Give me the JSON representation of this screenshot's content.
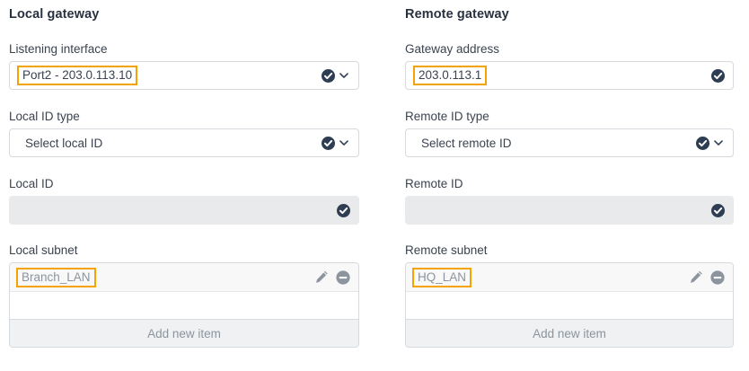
{
  "columns": [
    {
      "title": "Local gateway",
      "fields": [
        {
          "label": "Listening interface",
          "type": "select",
          "value": "Port2 - 203.0.113.10",
          "highlighted": true,
          "icons": [
            "check-icon",
            "chevron-down-icon"
          ]
        },
        {
          "label": "Local ID type",
          "type": "select",
          "value": "Select local ID",
          "highlighted": false,
          "icons": [
            "check-icon",
            "chevron-down-icon"
          ]
        },
        {
          "label": "Local ID",
          "type": "text-disabled",
          "value": "",
          "highlighted": false,
          "icons": [
            "check-icon"
          ]
        }
      ],
      "subnet": {
        "label": "Local subnet",
        "items": [
          {
            "value": "Branch_LAN",
            "highlighted": true,
            "icons": [
              "pencil-icon",
              "remove-icon"
            ]
          }
        ],
        "add_label": "Add new item"
      }
    },
    {
      "title": "Remote gateway",
      "fields": [
        {
          "label": "Gateway address",
          "type": "text",
          "value": "203.0.113.1",
          "highlighted": true,
          "icons": [
            "check-icon"
          ]
        },
        {
          "label": "Remote ID type",
          "type": "select",
          "value": "Select remote ID",
          "highlighted": false,
          "icons": [
            "check-icon",
            "chevron-down-icon"
          ]
        },
        {
          "label": "Remote ID",
          "type": "text-disabled",
          "value": "",
          "highlighted": false,
          "icons": [
            "check-icon"
          ]
        }
      ],
      "subnet": {
        "label": "Remote subnet",
        "items": [
          {
            "value": "HQ_LAN",
            "highlighted": true,
            "icons": [
              "pencil-icon",
              "remove-icon"
            ]
          }
        ],
        "add_label": "Add new item"
      }
    }
  ],
  "colors": {
    "highlight": "#f5a302",
    "check_icon": "#2e3d52",
    "row_icon": "#8c949f",
    "heading": "#28313f",
    "label": "#3b4350",
    "muted_text": "#8c949f",
    "border": "#d6d9de",
    "disabled_fill": "#e9eaeb",
    "list_row_fill": "#f8f8f8",
    "list_footer_fill": "#f0f1f2"
  }
}
